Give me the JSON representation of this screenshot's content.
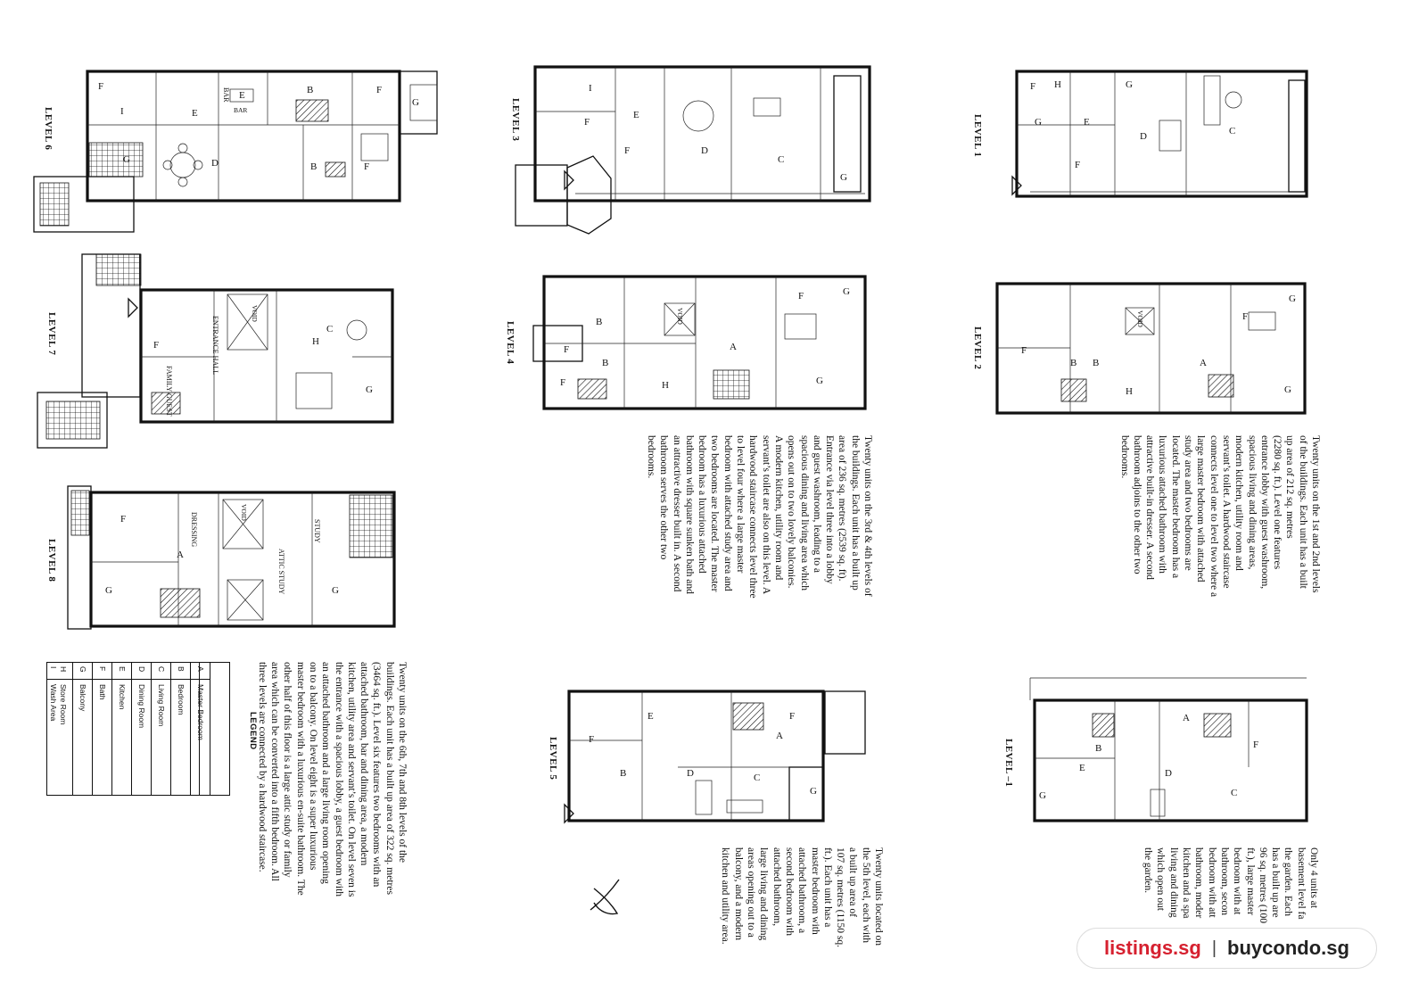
{
  "levels": {
    "l6": "LEVEL 6",
    "l7": "LEVEL 7",
    "l8": "LEVEL 8",
    "l3": "LEVEL 3",
    "l4": "LEVEL 4",
    "l5": "LEVEL 5",
    "l1": "LEVEL 1",
    "l2": "LEVEL 2",
    "lm1": "LEVEL –1"
  },
  "room_labels": {
    "A": "A",
    "B": "B",
    "C": "C",
    "D": "D",
    "E": "E",
    "F": "F",
    "G": "G",
    "H": "H",
    "I": "I",
    "bar": "BAR",
    "entrance_hall": "ENTRANCE HALL",
    "family_guest": "FAMILY GUEST",
    "void": "VOID",
    "dressing": "DRESSING",
    "study": "STUDY",
    "attic_study": "ATTIC STUDY"
  },
  "legend": {
    "title": "LEGEND",
    "rows": [
      {
        "key": "A",
        "value": "Master Bedroom"
      },
      {
        "key": "B",
        "value": "Bedroom"
      },
      {
        "key": "C",
        "value": "Living Room"
      },
      {
        "key": "D",
        "value": "Dining Room"
      },
      {
        "key": "E",
        "value": "Kitchen"
      },
      {
        "key": "F",
        "value": "Bath"
      },
      {
        "key": "G",
        "value": "Balcony"
      },
      {
        "key": "H",
        "value": "Store Room"
      },
      {
        "key": "I",
        "value": "Wash Area"
      }
    ]
  },
  "descriptions": {
    "levels_6_7_8": [
      "Twenty units on the 6th, 7th and 8th levels of the",
      "buildings. Each unit has a built up area of 322 sq. metres",
      "(3464 sq. ft.). Level six features two bedrooms with an",
      "attached bathroom, bar and dining area, a modern",
      "kitchen, utility area and servant’s toilet. On level seven is",
      "the entrance with a spacious lobby, a guest bedroom with",
      "an attached bathroom and a large living room opening",
      "on to a balcony. On level eight is a super luxurious",
      "master bedroom with a luxurious en-suite bathroom. The",
      "other half of this floor is a large attic study or family",
      "area which can be converted into a fifth bedroom. All",
      "three levels are connected by a hardwood staircase."
    ],
    "levels_3_4": [
      "Twenty units on the 3rd & 4th levels of",
      "the buildings. Each unit has a built up",
      "area of 236 sq. metres (2539 sq. ft).",
      "Entrance via level three into a lobby",
      "and guest washroom, leading to a",
      "spacious dining and living area which",
      "opens out on to two lovely balconies.",
      "A modern kitchen, utility room and",
      "servant’s toilet are also on this level. A",
      "hardwood staircase connects level three",
      "to level four where a large master",
      "bedroom with attached study area and",
      "two bedrooms are located. The master",
      "bedroom has a luxurious attached",
      "bathroom with square sunken bath and",
      "an attractive dresser built in. A second",
      "bathroom serves the other two",
      "bedrooms."
    ],
    "level_5": [
      "Twenty units located on",
      "the 5th level, each with",
      "a built up area of",
      "107 sq. metres (1150 sq.",
      "ft.). Each unit has a",
      "master bedroom with",
      "attached bathroom, a",
      "second bedroom with",
      "attached bathroom,",
      "large living and dining",
      "areas opening out to a",
      "balcony, and a modern",
      "kitchen and utility area."
    ],
    "levels_1_2": [
      "Twenty units on the 1st and 2nd levels",
      "of the buildings. Each unit has a built",
      "up area of 212 sq. metres",
      "(2280 sq. ft.). Level one features",
      "entrance lobby with guest washroom,",
      "spacious living and dining areas,",
      "modern kitchen, utility room and",
      "servant’s toilet. A hardwood staircase",
      "connects level one to level two where a",
      "large master bedroom with attached",
      "study area and two bedrooms are",
      "located. The master bedroom has a",
      "luxurious attached bathroom with",
      "attractive built-in dresser. A second",
      "bathroom adjoins to the other two",
      "bedrooms."
    ],
    "basement": [
      "Only 4 units at",
      "basement level fa",
      "the garden. Each",
      "has a built up are",
      "96 sq. metres (100",
      "ft.), large master",
      "bedroom with at",
      "bathroom, secon",
      "bedroom with att",
      "bathroom, moder",
      "kitchen and a spa",
      "living and dining",
      "which open out",
      "the garden."
    ]
  },
  "watermark": {
    "left": "listings.sg",
    "separator": "|",
    "right": "buycondo.sg"
  },
  "colors": {
    "watermark_accent": "#d6202f",
    "ink": "#111111"
  }
}
